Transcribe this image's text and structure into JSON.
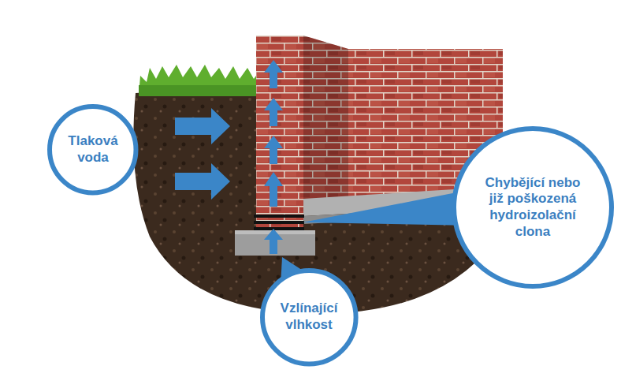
{
  "diagram": {
    "nodes": [
      {
        "text": [
          "Tlaková voda"
        ]
      },
      {
        "text": [
          "Chybějící nebo již poškozená hydroizolační clona"
        ]
      },
      {
        "text": [
          "Vzlínající vlhkost"
        ]
      }
    ]
  }
}
